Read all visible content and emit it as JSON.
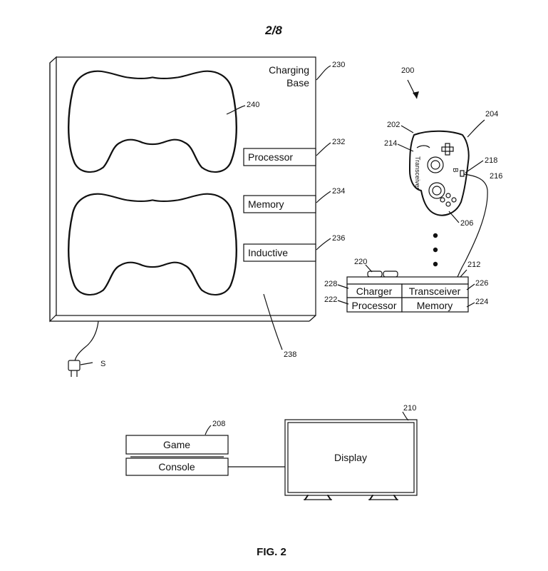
{
  "sheet": {
    "number": "2/8",
    "caption": "FIG. 2"
  },
  "charging_base": {
    "title_line1": "Charging",
    "title_line2": "Base",
    "ref": "230",
    "processor_label": "Processor",
    "processor_ref": "232",
    "memory_label": "Memory",
    "memory_ref": "234",
    "inductive_label": "Inductive",
    "inductive_ref": "236",
    "base_ref": "238",
    "controller_ref": "240",
    "plug_label": "S"
  },
  "controller": {
    "system_ref": "200",
    "body_ref": "202",
    "side_ref": "204",
    "buttons_ref": "206",
    "transceiver_label": "Transceiver",
    "transceiver_ref": "214",
    "port_label": "B",
    "port_ref": "218",
    "cable_ref": "216"
  },
  "charger_unit": {
    "ref": "212",
    "connector_ref": "220",
    "charger_label": "Charger",
    "charger_ref": "228",
    "transceiver_label": "Transceiver",
    "transceiver_ref": "226",
    "processor_label": "Processor",
    "processor_ref": "222",
    "memory_label": "Memory",
    "memory_ref": "224"
  },
  "console": {
    "game_label": "Game",
    "console_label": "Console",
    "ref": "208"
  },
  "display": {
    "label": "Display",
    "ref": "210"
  }
}
